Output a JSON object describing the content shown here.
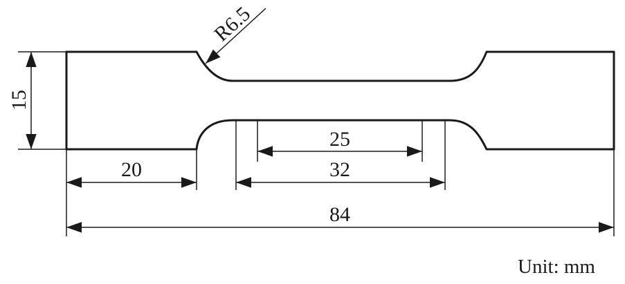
{
  "diagram": {
    "radius_label": "R6.5",
    "height_label": "15",
    "grip_length_label": "20",
    "gauge_length_label": "25",
    "parallel_length_label": "32",
    "total_length_label": "84",
    "unit_label": "Unit: mm"
  },
  "colors": {
    "line": "#1a1a1a",
    "background": "#ffffff"
  }
}
